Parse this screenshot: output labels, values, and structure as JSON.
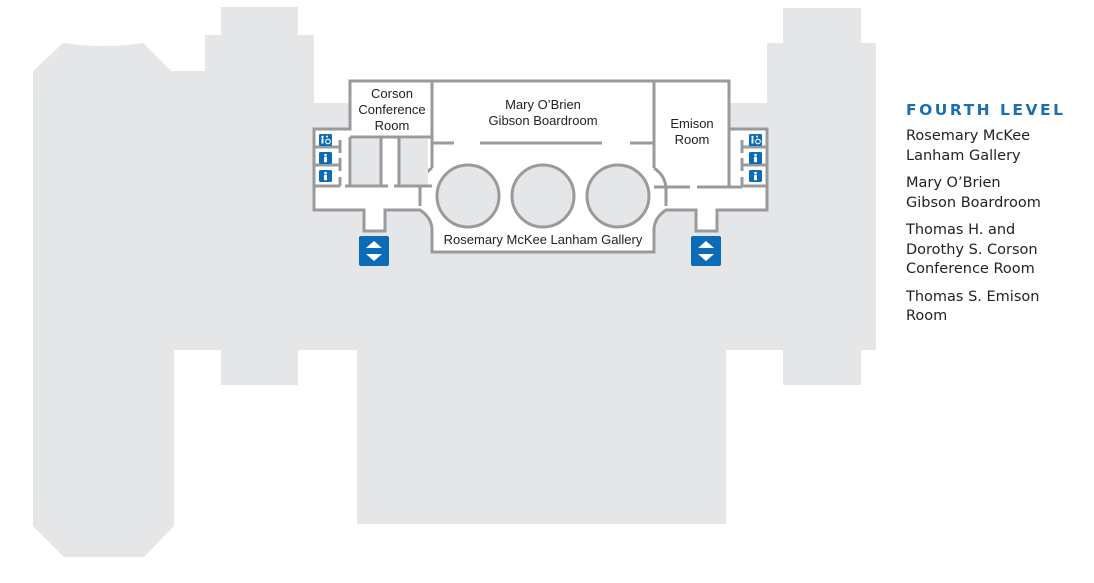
{
  "map": {
    "level_title": "FOURTH LEVEL",
    "colors": {
      "footprint": "#e5e6e8",
      "wall": "#999a9c",
      "room_fill": "#ffffff",
      "accent": "#1a6fb3",
      "icon_blue": "#0a6cb8"
    },
    "rooms": {
      "corson": "Corson\nConference\nRoom",
      "boardroom": "Mary O’Brien\nGibson Boardroom",
      "emison": "Emison\nRoom",
      "gallery": "Rosemary McKee Lanham Gallery"
    },
    "icons": {
      "left_restrooms": [
        "accessible-restroom-icon",
        "restroom-icon",
        "restroom-icon"
      ],
      "right_restrooms": [
        "accessible-restroom-icon",
        "restroom-icon",
        "restroom-icon"
      ],
      "elevators": [
        "elevator-icon",
        "elevator-icon"
      ]
    }
  },
  "legend": {
    "title": "FOURTH LEVEL",
    "items": [
      "Rosemary McKee\nLanham Gallery",
      "Mary O’Brien\nGibson Boardroom",
      "Thomas H. and\nDorothy S. Corson\nConference Room",
      "Thomas S. Emison\nRoom"
    ]
  }
}
